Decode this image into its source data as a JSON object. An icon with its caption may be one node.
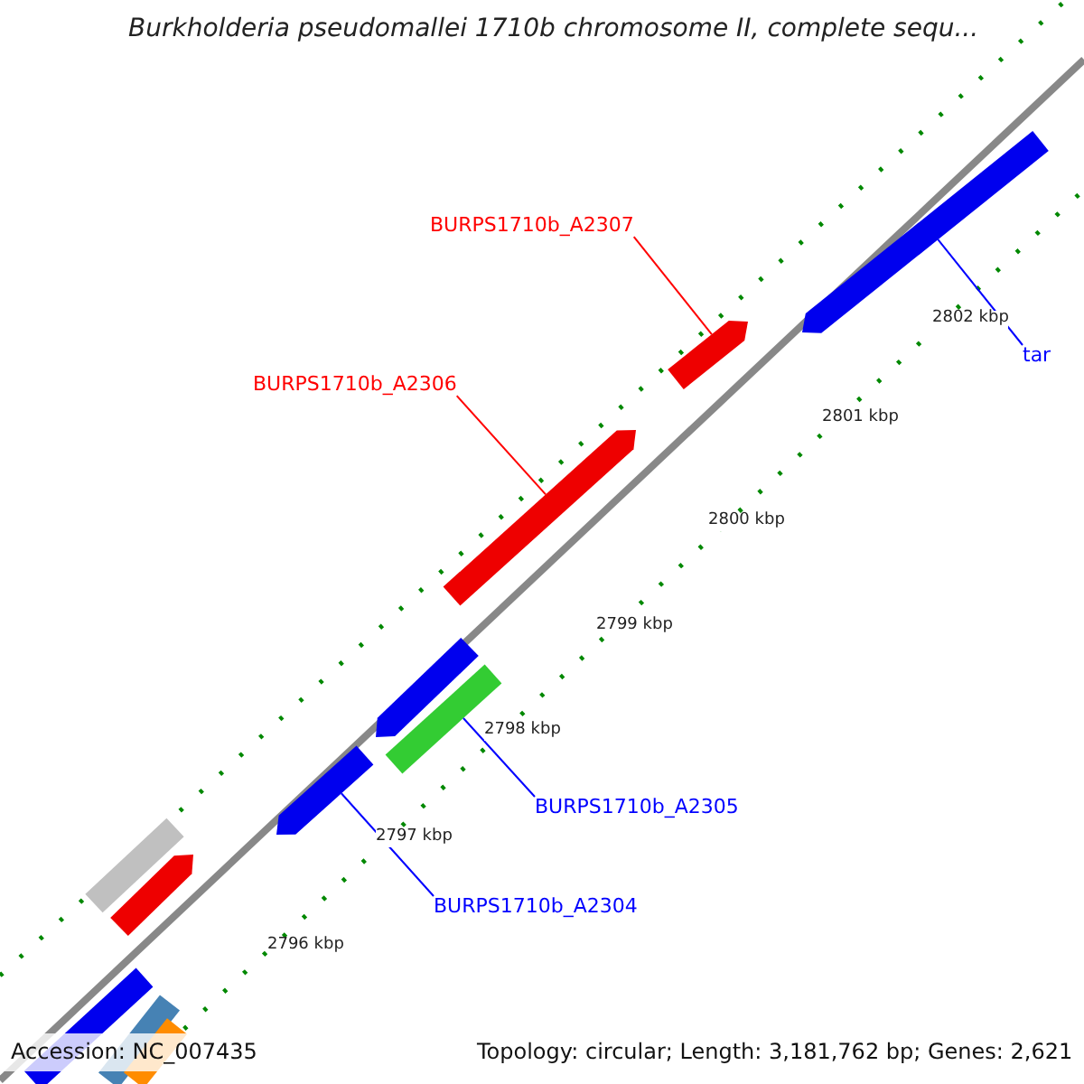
{
  "diagram": {
    "title": "Burkholderia pseudomallei 1710b chromosome II, complete sequ...",
    "nodes": [
      {
        "text": [
          "BURPS1710b_A2307"
        ]
      },
      {
        "text": [],
        "shape": "bar"
      },
      {
        "text": [
          "BURPS1710b_A2306"
        ]
      },
      {
        "text": [],
        "shape": "bar"
      },
      {
        "text": [
          "BURPS1710b_A2305"
        ]
      },
      {
        "text": [],
        "shape": "bar"
      },
      {
        "text": [
          "BURPS1710b_A2304"
        ]
      },
      {
        "text": [],
        "shape": "bar"
      },
      {
        "text": [
          "tar"
        ]
      },
      {
        "text": [],
        "shape": "bar"
      }
    ],
    "edges": [
      {
        "from": 0,
        "to": 1,
        "arrow": "none",
        "color": "#ff0000"
      },
      {
        "from": 2,
        "to": 3,
        "arrow": "none",
        "color": "#ff0000"
      },
      {
        "from": 4,
        "to": 5,
        "arrow": "none"
      },
      {
        "from": 6,
        "to": 7,
        "arrow": "none"
      },
      {
        "from": 8,
        "to": 9,
        "arrow": "none"
      }
    ],
    "labels": [
      "2802 kbp",
      "2801 kbp",
      "2800 kbp",
      "2799 kbp",
      "2798 kbp",
      "2797 kbp",
      "2796 kbp",
      "Accession: NC_007435",
      "Topology: circular; Length: 3,181,762 bp; Genes: 2,621"
    ]
  }
}
